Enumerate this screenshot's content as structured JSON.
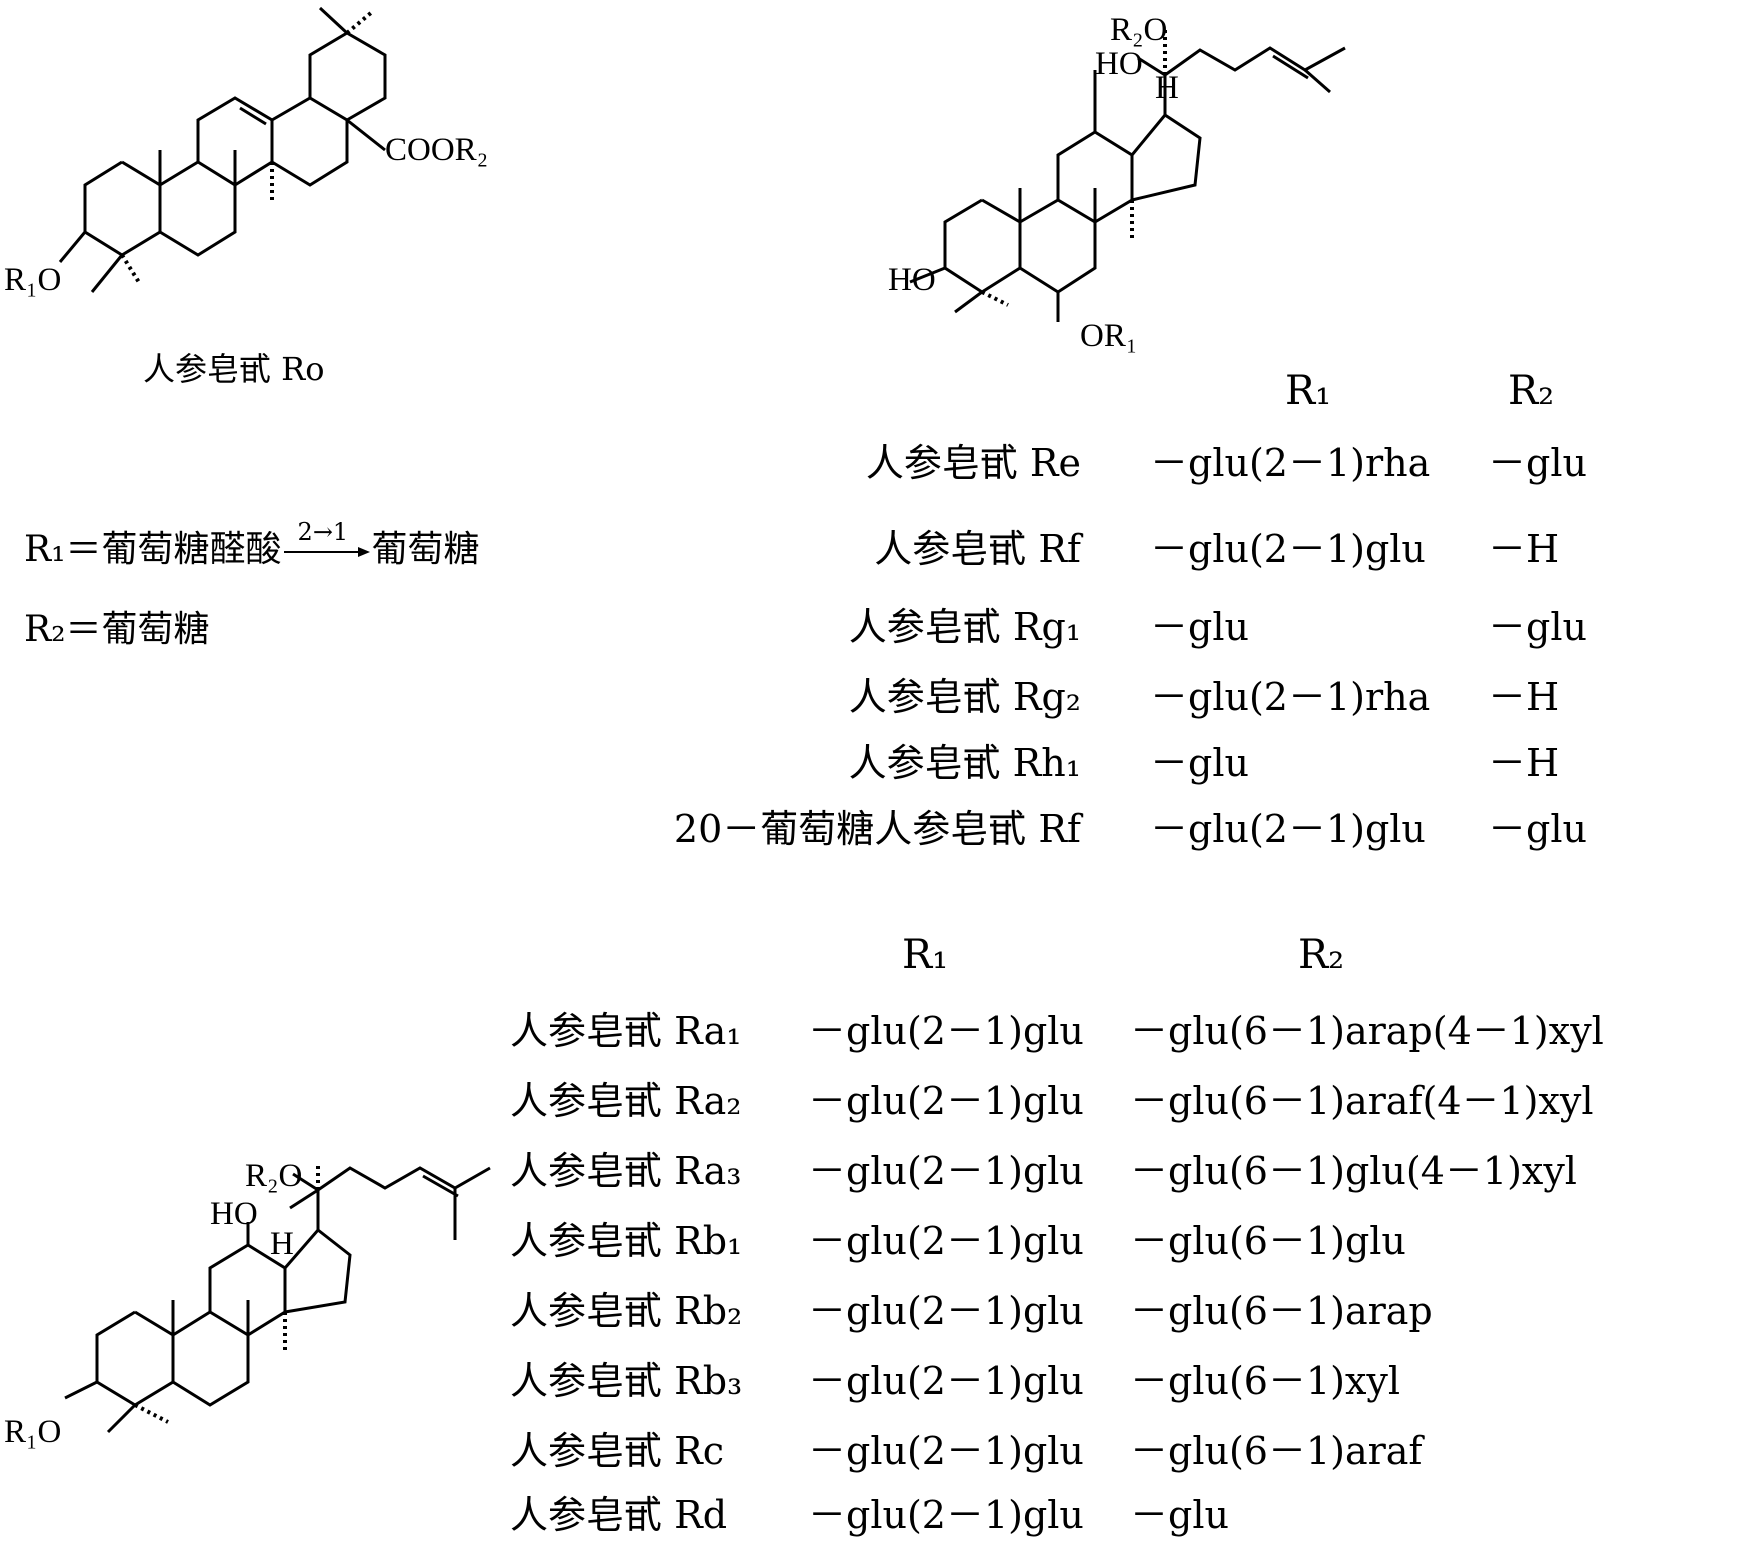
{
  "ro": {
    "labels": {
      "r1o": "R₁O",
      "coor2": "COOR₂"
    },
    "caption": "人参皂甙 Ro",
    "definitions": {
      "r1_left": "R₁＝葡萄糖醛酸",
      "r1_arrow": "2→1",
      "r1_right": "葡萄糖",
      "r2": "R₂＝葡萄糖"
    }
  },
  "ppt": {
    "labels": {
      "r2o": "R₂O",
      "ho12": "HO",
      "h": "H",
      "ho3": "HO",
      "or1": "OR₁"
    },
    "header": {
      "r1": "R₁",
      "r2": "R₂"
    },
    "rows": [
      {
        "name": "人参皂甙 Re",
        "r1": "－glu(2－1)rha",
        "r2": "－glu"
      },
      {
        "name": "人参皂甙 Rf",
        "r1": "－glu(2－1)glu",
        "r2": "－H"
      },
      {
        "name": "人参皂甙 Rg₁",
        "r1": "－glu",
        "r2": "－glu"
      },
      {
        "name": "人参皂甙 Rg₂",
        "r1": "－glu(2－1)rha",
        "r2": "－H"
      },
      {
        "name": "人参皂甙 Rh₁",
        "r1": "－glu",
        "r2": "－H"
      },
      {
        "name": "20－葡萄糖人参皂甙 Rf",
        "r1": "－glu(2－1)glu",
        "r2": "－glu"
      }
    ]
  },
  "ppd": {
    "labels": {
      "r2o": "R₂O",
      "ho": "HO",
      "h": "H",
      "r1o": "R₁O"
    },
    "header": {
      "r1": "R₁",
      "r2": "R₂"
    },
    "rows": [
      {
        "name": "人参皂甙 Ra₁",
        "r1": "－glu(2－1)glu",
        "r2": "－glu(6－1)arap(4－1)xyl"
      },
      {
        "name": "人参皂甙 Ra₂",
        "r1": "－glu(2－1)glu",
        "r2": "－glu(6－1)araf(4－1)xyl"
      },
      {
        "name": "人参皂甙 Ra₃",
        "r1": "－glu(2－1)glu",
        "r2": "－glu(6－1)glu(4－1)xyl"
      },
      {
        "name": "人参皂甙 Rb₁",
        "r1": "－glu(2－1)glu",
        "r2": "－glu(6－1)glu"
      },
      {
        "name": "人参皂甙 Rb₂",
        "r1": "－glu(2－1)glu",
        "r2": "－glu(6－1)arap"
      },
      {
        "name": "人参皂甙 Rb₃",
        "r1": "－glu(2－1)glu",
        "r2": "－glu(6－1)xyl"
      },
      {
        "name": "人参皂甙 Rc",
        "r1": "－glu(2－1)glu",
        "r2": "－glu(6－1)araf"
      },
      {
        "name": "人参皂甙 Rd",
        "r1": "－glu(2－1)glu",
        "r2": "－glu"
      }
    ]
  }
}
